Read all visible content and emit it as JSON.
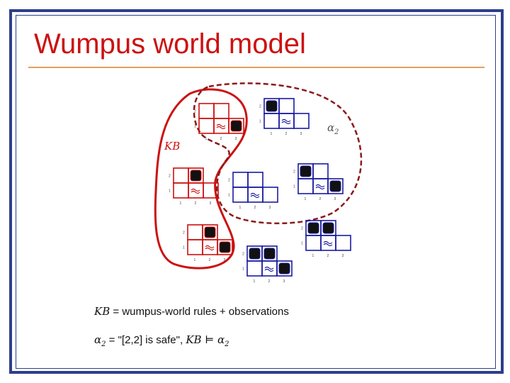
{
  "slide": {
    "title": "Wumpus world model"
  },
  "diagram": {
    "kb_label": "KB",
    "alpha2_label": "α",
    "alpha2_sub": "2",
    "colors": {
      "kb": "#cc1111",
      "alpha2": "#8b1a1a",
      "model_grid": "#1a1aa0",
      "kb_model_grid": "#cc1111",
      "pit": "#111111"
    },
    "tick_labels": {
      "x": [
        "1",
        "2",
        "3"
      ],
      "y": [
        "1",
        "2"
      ]
    },
    "pit_icon": "pit-icon",
    "breeze_icon": "breeze-icon"
  },
  "formulas": {
    "line1_math": "KB",
    "line1_rest": " = wumpus-world rules + observations",
    "line2_alpha": "α",
    "line2_sub": "2",
    "line2_text": " = \"[2,2] is safe\",  ",
    "line2_kb": "KB",
    "line2_entails": " ⊨ ",
    "line2_alpha_b": "α",
    "line2_sub_b": "2"
  }
}
